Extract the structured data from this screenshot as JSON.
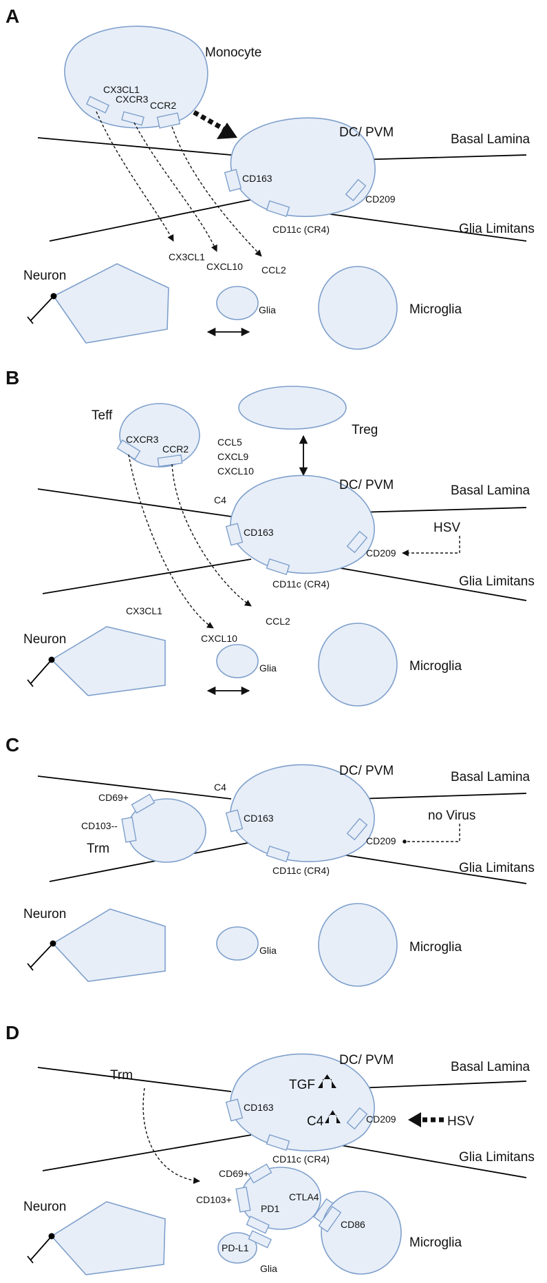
{
  "panels": [
    {
      "letter": "A"
    },
    {
      "letter": "B"
    },
    {
      "letter": "C"
    },
    {
      "letter": "D"
    }
  ],
  "common": {
    "dc_pvm": "DC/ PVM",
    "basal_lamina": "Basal Lamina",
    "glia_limitans": "Glia Limitans",
    "neuron": "Neuron",
    "microglia": "Microglia",
    "glia": "Glia",
    "cd163": "CD163",
    "cd209": "CD209",
    "cd11c": "CD11c (CR4)"
  },
  "a": {
    "monocyte": "Monocyte",
    "cx3cl1": "CX3CL1",
    "cxcr3": "CXCR3",
    "ccr2": "CCR2",
    "cx3cl1_target": "CX3CL1",
    "cxcl10": "CXCL10",
    "ccl2": "CCL2"
  },
  "b": {
    "teff": "Teff",
    "cxcr3": "CXCR3",
    "ccr2": "CCR2",
    "treg": "Treg",
    "ccl5": "CCL5",
    "cxcl9": "CXCL9",
    "cxcl10_top": "CXCL10",
    "c4": "C4",
    "hsv": "HSV",
    "cx3cl1": "CX3CL1",
    "cxcl10": "CXCL10",
    "ccl2": "CCL2"
  },
  "c": {
    "c4": "C4",
    "cd69": "CD69+",
    "cd103": "CD103--",
    "trm": "Trm",
    "no_virus": "no Virus"
  },
  "d": {
    "trm": "Trm",
    "tgf": "TGF",
    "c4": "C4",
    "hsv": "HSV",
    "cd69": "CD69+",
    "cd103": "CD103+",
    "ctla4": "CTLA4",
    "pd1": "PD1",
    "pdl1": "PD-L1",
    "cd86": "CD86"
  }
}
